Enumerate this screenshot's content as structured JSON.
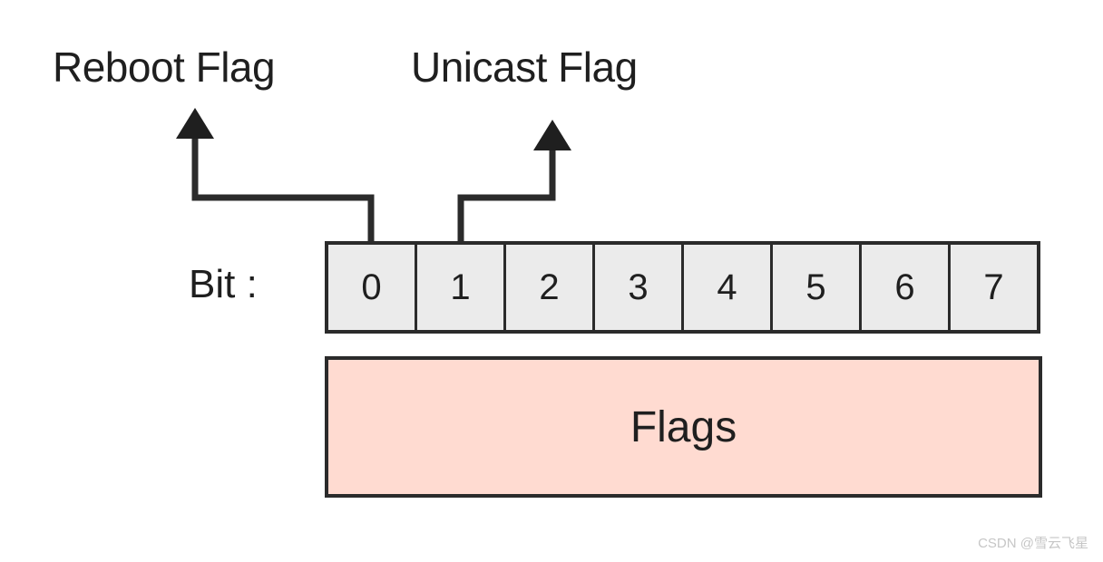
{
  "diagram": {
    "title_labels": [
      {
        "id": "reboot-flag",
        "text": "Reboot Flag",
        "points_to_bit": 0
      },
      {
        "id": "unicast-flag",
        "text": "Unicast Flag",
        "points_to_bit": 1
      }
    ],
    "axis_label": "Bit :",
    "bit_row": {
      "cells": [
        {
          "index": 0,
          "label": "0"
        },
        {
          "index": 1,
          "label": "1"
        },
        {
          "index": 2,
          "label": "2"
        },
        {
          "index": 3,
          "label": "3"
        },
        {
          "index": 4,
          "label": "4"
        },
        {
          "index": 5,
          "label": "5"
        },
        {
          "index": 6,
          "label": "6"
        },
        {
          "index": 7,
          "label": "7"
        }
      ]
    },
    "field_box": {
      "label": "Flags"
    },
    "colors": {
      "stroke": "#2b2b2b",
      "bit_cell_fill": "#ebebeb",
      "flags_fill": "#ffdbd1",
      "text": "#1f1f1f",
      "watermark": "#c6c6c6",
      "background": "#ffffff"
    }
  },
  "watermark": {
    "text": "CSDN @雪云飞星"
  }
}
